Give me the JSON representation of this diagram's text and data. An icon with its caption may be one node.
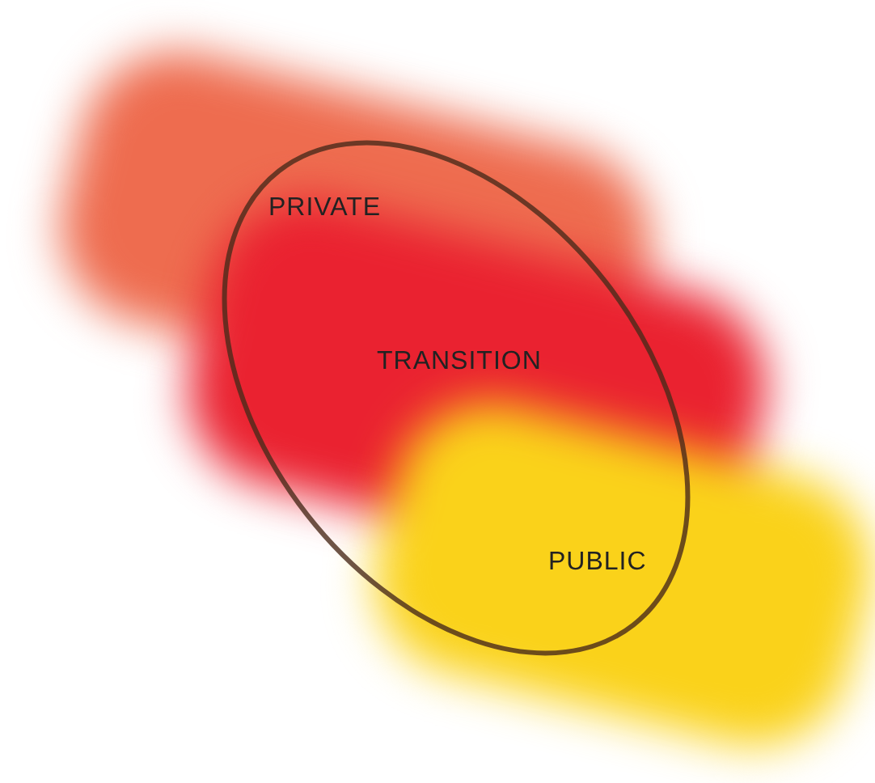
{
  "diagram": {
    "labels": [
      "PRIVATE",
      "TRANSITION",
      "PUBLIC"
    ]
  }
}
